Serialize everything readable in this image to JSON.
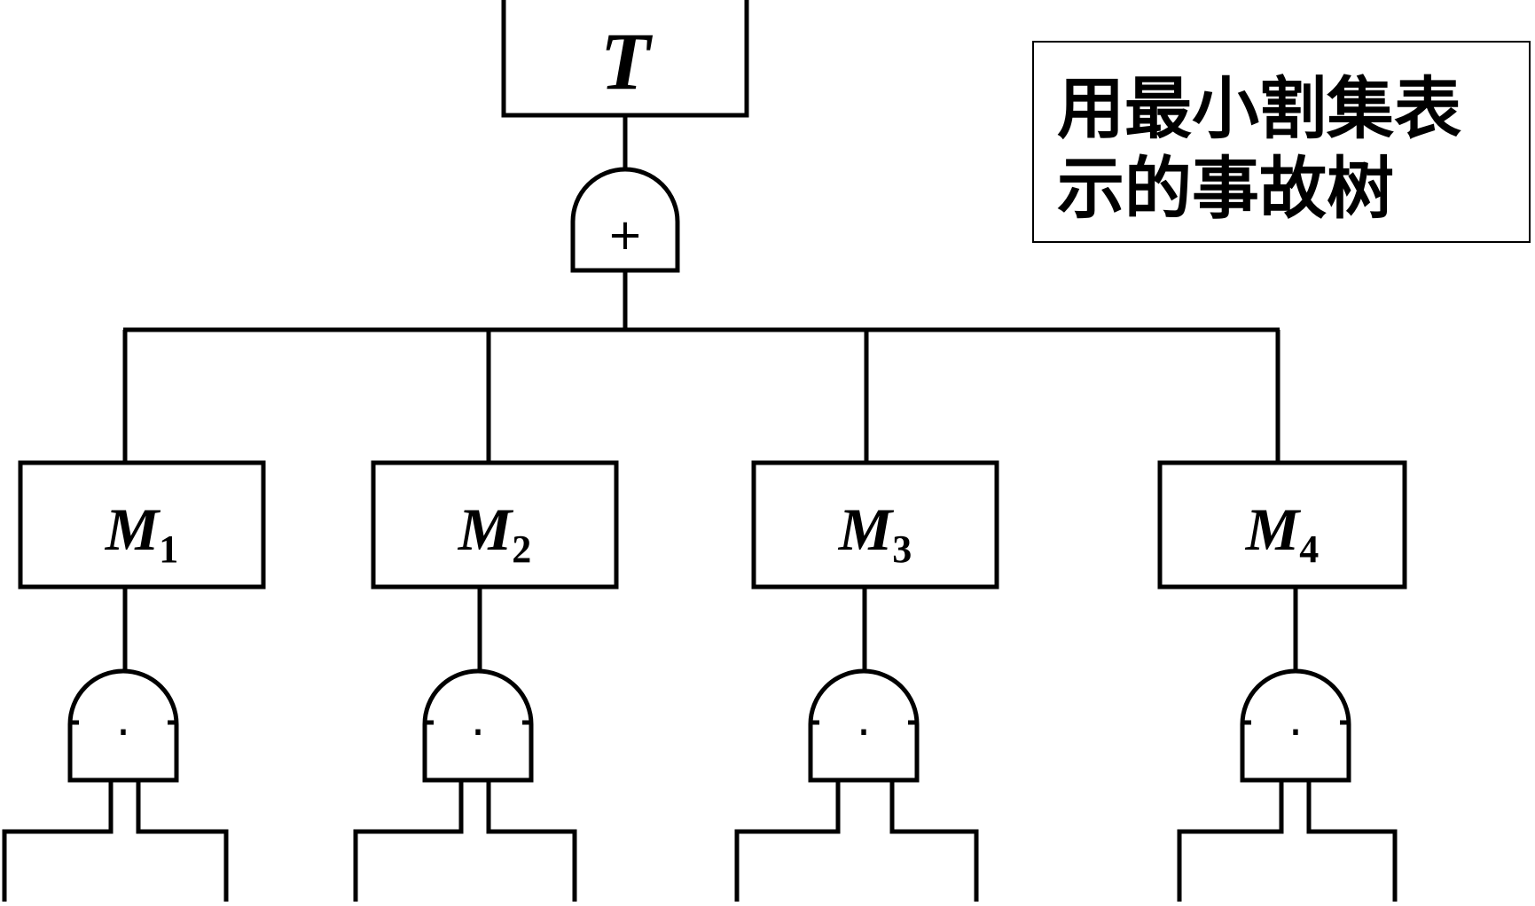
{
  "caption": {
    "line1": "用最小割集表",
    "line2": "示的事故树"
  },
  "top_event": {
    "name": "T"
  },
  "top_gate": {
    "type": "or",
    "symbol": "+"
  },
  "intermediate_events": [
    {
      "name": "M",
      "sub": "1"
    },
    {
      "name": "M",
      "sub": "2"
    },
    {
      "name": "M",
      "sub": "3"
    },
    {
      "name": "M",
      "sub": "4"
    }
  ],
  "lower_gates": [
    {
      "type": "and",
      "symbol": "·"
    },
    {
      "type": "and",
      "symbol": "·"
    },
    {
      "type": "and",
      "symbol": "·"
    },
    {
      "type": "and",
      "symbol": "·"
    }
  ]
}
